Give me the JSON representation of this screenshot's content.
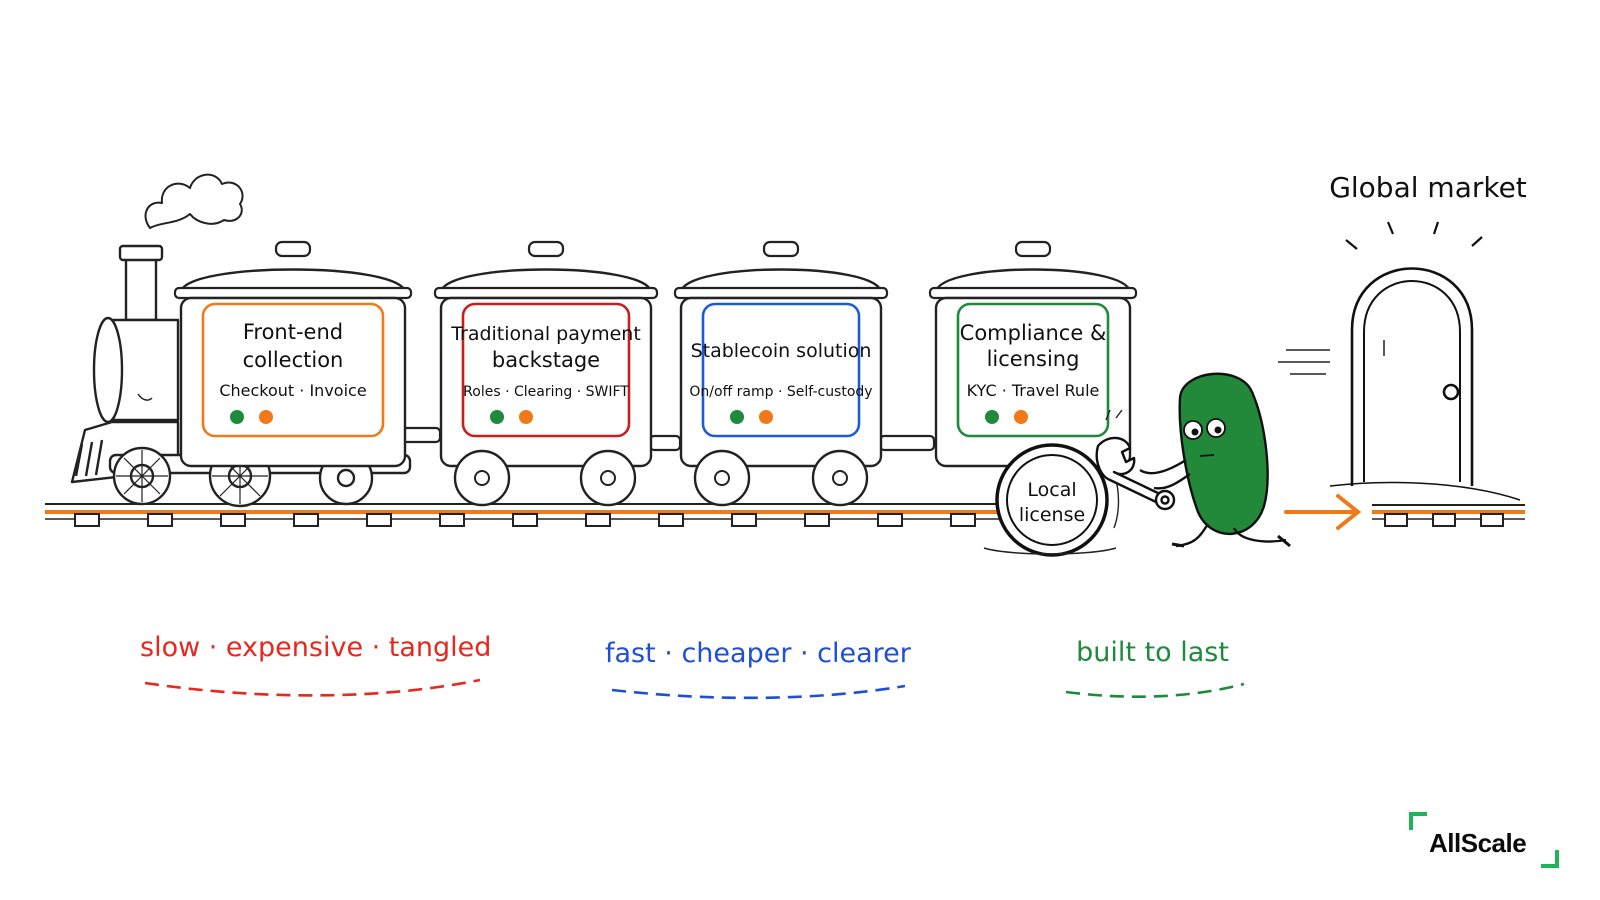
{
  "wagons": [
    {
      "title_lines": [
        "Front-end",
        "collection"
      ],
      "subtitle": "Checkout · Invoice",
      "frame_color": "#f07a1a"
    },
    {
      "title_lines": [
        "Traditional payment",
        "backstage"
      ],
      "subtitle": "Roles · Clearing · SWIFT",
      "frame_color": "#c81e1e"
    },
    {
      "title_lines": [
        "Stablecoin solution"
      ],
      "subtitle": "On/off ramp · Self-custody",
      "frame_color": "#1f5ad6"
    },
    {
      "title_lines": [
        "Compliance &",
        "licensing"
      ],
      "subtitle": "KYC · Travel Rule",
      "frame_color": "#1e8a3c"
    }
  ],
  "wheel_label_lines": [
    "Local",
    "license"
  ],
  "destination_label": "Global market",
  "captions": [
    {
      "text": "slow · expensive · tangled",
      "color": "#e8281e"
    },
    {
      "text": "fast · cheaper · clearer",
      "color": "#1f4fd6"
    },
    {
      "text": "built to last",
      "color": "#1e8a3c"
    }
  ],
  "logo_text": "AllScale",
  "colors": {
    "dot_green": "#1e8a3c",
    "dot_orange": "#f07a1a",
    "rail_orange": "#f07a1a",
    "bean_green": "#23893a",
    "logo_green": "#1fb35a"
  }
}
